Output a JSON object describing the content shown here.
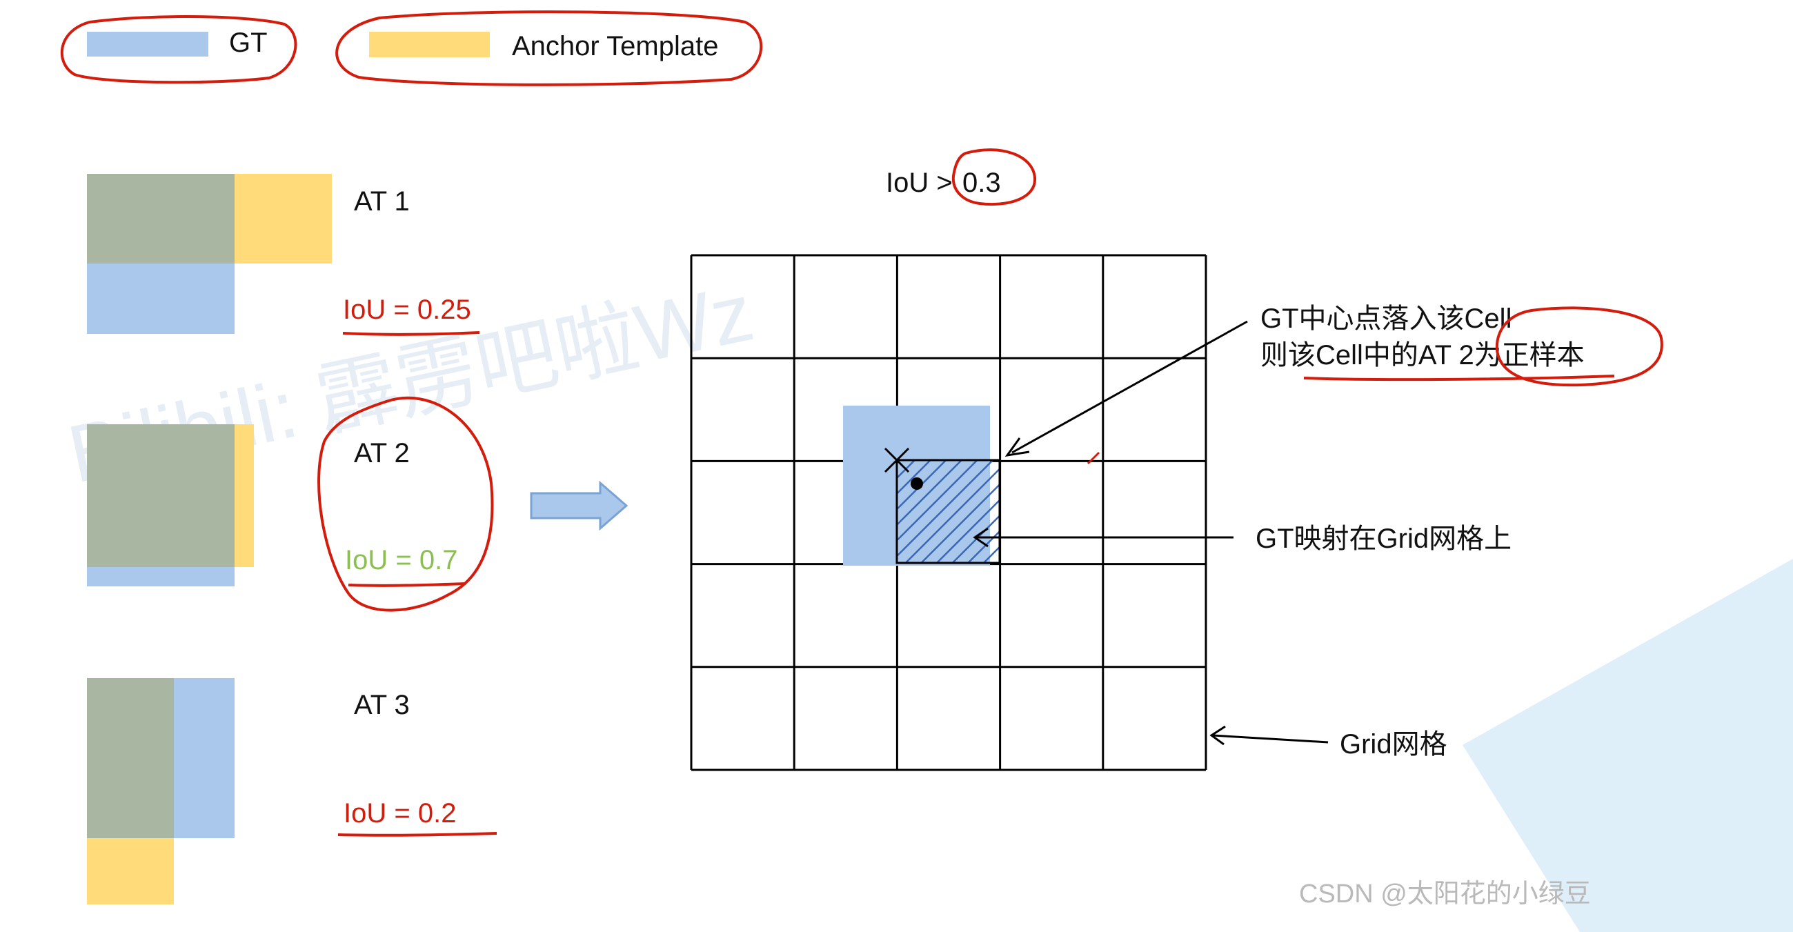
{
  "legend": {
    "gt_label": "GT",
    "anchor_label": "Anchor Template"
  },
  "colors": {
    "gt": "#a9c8ec",
    "anchor": "#ffdb7a",
    "overlap": "#a9b7a2",
    "red": "#d41c0c",
    "green": "#8cbf52",
    "grid_line": "#000000",
    "arrow_fill": "#a9c8ec",
    "arrow_stroke": "#7aa3d4"
  },
  "anchors": [
    {
      "name": "AT 1",
      "iou": "IoU = 0.25",
      "iou_color": "red"
    },
    {
      "name": "AT 2",
      "iou": "IoU = 0.7",
      "iou_color": "green"
    },
    {
      "name": "AT 3",
      "iou": "IoU = 0.2",
      "iou_color": "red"
    }
  ],
  "threshold": {
    "prefix": "IoU >",
    "value": "0.3"
  },
  "grid": {
    "rows": 5,
    "cols": 5
  },
  "annotations": {
    "cell_line1": "GT中心点落入该Cell",
    "cell_line2": "则该Cell中的AT 2为正样本",
    "gt_mapped": "GT映射在Grid网格上",
    "grid_label": "Grid网格"
  },
  "watermark": "Bilibili: 霹雳吧啦Wz",
  "credit": "CSDN @太阳花的小绿豆"
}
